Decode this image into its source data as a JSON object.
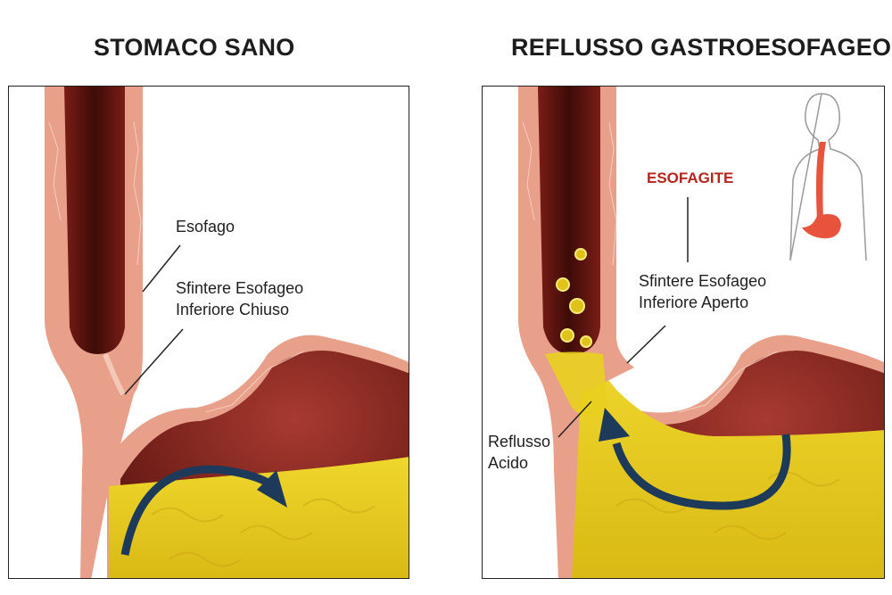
{
  "left_panel": {
    "title": "STOMACO SANO",
    "labels": {
      "esophagus": "Esofago",
      "sphincter_line1": "Sfintere Esofageo",
      "sphincter_line2": "Inferiore Chiuso"
    }
  },
  "right_panel": {
    "title": "REFLUSSO GASTROESOFAGEO",
    "labels": {
      "esophagitis": "ESOFAGITE",
      "sphincter_line1": "Sfintere Esofageo",
      "sphincter_line2": "Inferiore Aperto",
      "reflux_line1": "Reflusso",
      "reflux_line2": "Acido"
    }
  },
  "colors": {
    "tissue_pink": "#e8a08a",
    "lumen_dark": "#5a1410",
    "stomach_wall": "#8e2a22",
    "gastric_acid": "#e9cf1e",
    "arrow_navy": "#1d3a5a",
    "alert_red": "#b5261e"
  }
}
